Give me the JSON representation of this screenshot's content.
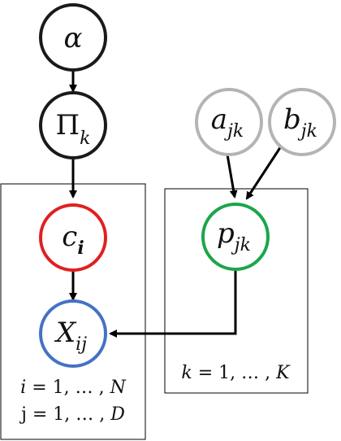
{
  "nodes": {
    "alpha": {
      "symbol": "α",
      "subscript": "",
      "color": "#1a1a1a"
    },
    "pi": {
      "symbol": "Π",
      "subscript": "k",
      "color": "#1a1a1a"
    },
    "c": {
      "symbol": "c",
      "subscript": "i",
      "color": "#e02020"
    },
    "x": {
      "symbol": "X",
      "subscript": "ij",
      "color": "#4472c4"
    },
    "a": {
      "symbol": "a",
      "subscript": "jk",
      "color": "#b4b4b4"
    },
    "b": {
      "symbol": "b",
      "subscript": "jk",
      "color": "#b4b4b4"
    },
    "p": {
      "symbol": "p",
      "subscript": "jk",
      "color": "#1aa64a"
    }
  },
  "plates": {
    "left": {
      "line1": {
        "var": "i",
        "rest": " = 1, … , ",
        "end": "N"
      },
      "line2": {
        "var": "j",
        "rest": " = 1, … , ",
        "end": "D"
      }
    },
    "right": {
      "line1": {
        "var": "k",
        "rest": " = 1, … , ",
        "end": "K"
      }
    }
  }
}
